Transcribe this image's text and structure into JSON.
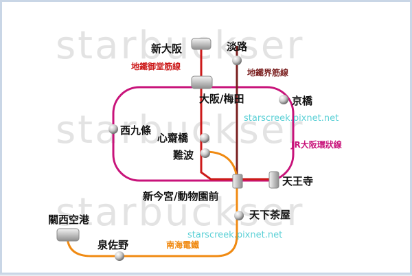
{
  "watermark": "starbuckser",
  "credits": [
    "starscreek.pixnet.net",
    "starscreek.pixnet.net"
  ],
  "lines": {
    "midosuji": {
      "label": "地鐵御堂筋線",
      "color": "#cc1a1a"
    },
    "sakaisuji": {
      "label": "地鐵界筋線",
      "color": "#7a1f1f"
    },
    "jr_loop": {
      "label": "JR大阪環狀線",
      "color": "#c8137a"
    },
    "nankai": {
      "label": "南海電鐵",
      "color": "#f08a12"
    }
  },
  "stations": {
    "shin_osaka": "新大阪",
    "awaji": "淡路",
    "umeda": "大阪/梅田",
    "kyobashi": "京橋",
    "nishikujo": "西九條",
    "shinsaibashi": "心齋橋",
    "namba": "難波",
    "tennoji": "天王寺",
    "shin_imamiya": "新今宮/動物園前",
    "tengachaya": "天下茶屋",
    "kansai_airport": "關西空港",
    "izumisano": "泉佐野"
  }
}
